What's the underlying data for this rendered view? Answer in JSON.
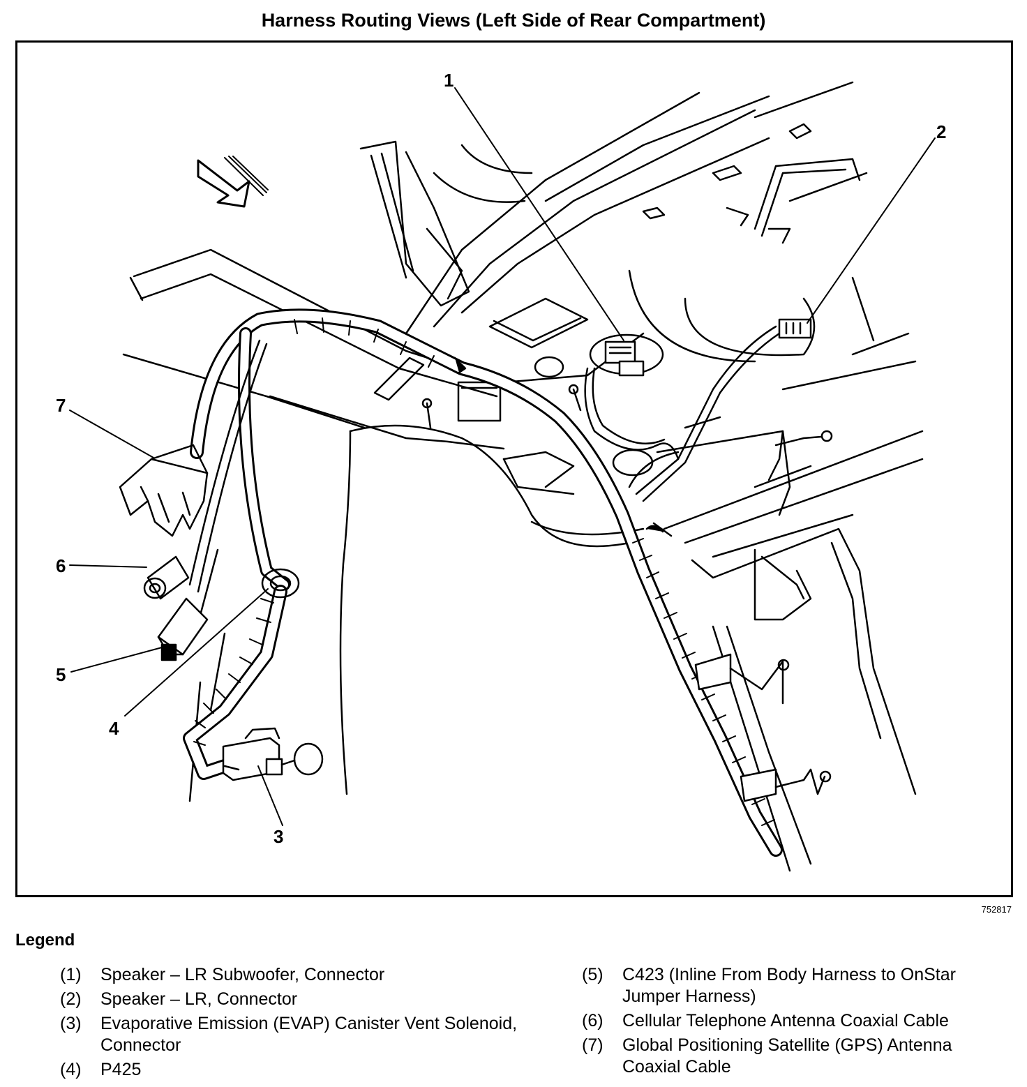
{
  "title": "Harness Routing Views (Left Side of Rear Compartment)",
  "figure_id": "752817",
  "callouts": [
    "1",
    "2",
    "3",
    "4",
    "5",
    "6",
    "7"
  ],
  "legend": {
    "heading": "Legend",
    "items": [
      {
        "num": "(1)",
        "text": "Speaker – LR Subwoofer, Connector"
      },
      {
        "num": "(2)",
        "text": "Speaker – LR, Connector"
      },
      {
        "num": "(3)",
        "text": "Evaporative Emission (EVAP) Canister Vent Solenoid, Connector"
      },
      {
        "num": "(4)",
        "text": "P425"
      },
      {
        "num": "(5)",
        "text": "C423 (Inline From Body Harness to OnStar Jumper Harness)"
      },
      {
        "num": "(6)",
        "text": "Cellular Telephone Antenna Coaxial Cable"
      },
      {
        "num": "(7)",
        "text": "Global Positioning Satellite (GPS) Antenna Coaxial Cable"
      }
    ]
  }
}
